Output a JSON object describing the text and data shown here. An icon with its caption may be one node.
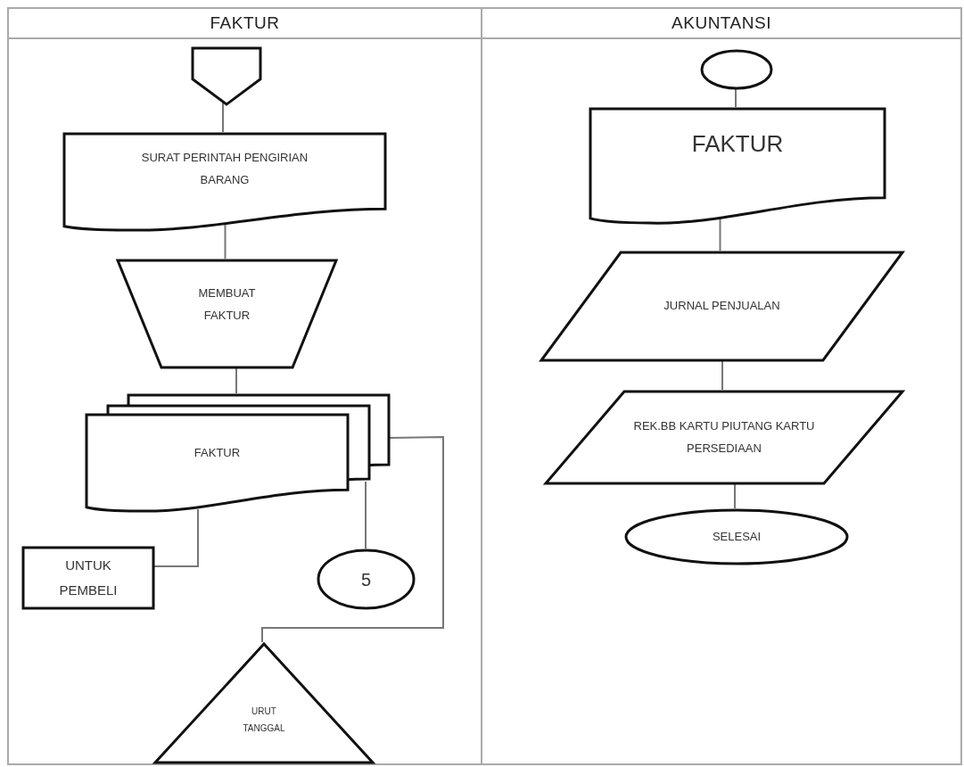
{
  "diagram": {
    "nodes": [
      {
        "text": [
          "FAKTUR"
        ]
      },
      {
        "text": [
          "AKUNTANSI"
        ]
      },
      {
        "text": [],
        "shape": "pentagon",
        "in": 0
      },
      {
        "text": [
          "SURAT PERINTAH PENGIRIAN BARANG"
        ],
        "in": 0
      },
      {
        "text": [
          "MEMBUAT FAKTUR"
        ],
        "in": 0
      },
      {
        "text": [
          "FAKTUR"
        ],
        "in": 0
      },
      {
        "text": [
          "UNTUK PEMBELI"
        ],
        "in": 0
      },
      {
        "text": [
          "5"
        ],
        "in": 0
      },
      {
        "text": [
          "URUT TANGGAL"
        ],
        "in": 0
      },
      {
        "text": [],
        "shape": "ellipse",
        "in": 1
      },
      {
        "text": [
          "FAKTUR"
        ],
        "in": 1
      },
      {
        "text": [
          "JURNAL PENJUALAN"
        ],
        "in": 1
      },
      {
        "text": [
          "REK.BB KARTU PIUTANG KARTU PERSEDIAAN"
        ],
        "in": 1
      },
      {
        "text": [
          "SELESAI"
        ],
        "in": 1
      }
    ],
    "edges": [
      {
        "from": 2,
        "to": 3,
        "arrow": "none"
      },
      {
        "from": 3,
        "to": 4,
        "arrow": "none"
      },
      {
        "from": 4,
        "to": 5,
        "arrow": "none"
      },
      {
        "from": 5,
        "to": 6,
        "arrow": "none"
      },
      {
        "from": 5,
        "to": 7,
        "arrow": "none"
      },
      {
        "from": 5,
        "to": 8,
        "arrow": "none"
      },
      {
        "from": 9,
        "to": 10,
        "arrow": "none"
      },
      {
        "from": 10,
        "to": 11,
        "arrow": "none"
      },
      {
        "from": 11,
        "to": 12,
        "arrow": "none"
      },
      {
        "from": 12,
        "to": 13,
        "arrow": "none"
      }
    ]
  }
}
